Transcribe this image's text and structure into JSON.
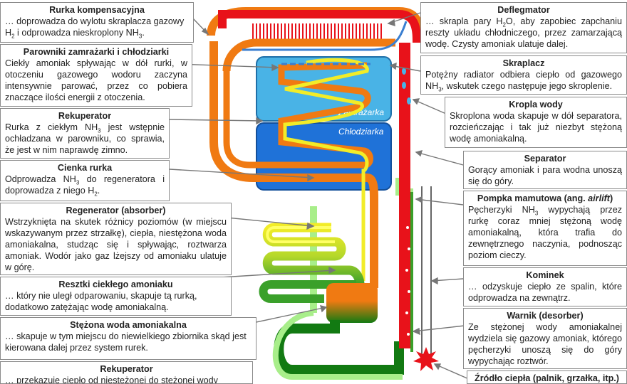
{
  "left": {
    "rurka_komp": {
      "title": "Rurka kompensacyjna",
      "t1": "… doprowadza do wylotu skraplacza gazowy H",
      "sub1": "2",
      "t2": " i odprowadza nieskroplony NH",
      "sub2": "3",
      "t3": "."
    },
    "parowniki": {
      "title": "Parowniki zamrażarki i chłodziarki",
      "text": "Ciekły amoniak spływając w dół rurki, w otoczeniu gazowego wodoru zaczyna intensywnie parować, przez co pobiera znaczące ilości energii z otoczenia."
    },
    "rekuperator1": {
      "title": "Rekuperator",
      "t1": "Rurka z ciekłym NH",
      "sub1": "3",
      "t2": " jest wstępnie ochładzana w parowniku, co sprawia, że jest w nim naprawdę zimno."
    },
    "cienka": {
      "title": "Cienka rurka",
      "t1": "Odprowadza NH",
      "sub1": "3",
      "t2": " do regeneratora i doprowadza z niego H",
      "sub2": "2",
      "t3": "."
    },
    "regenerator": {
      "title": "Regenerator (absorber)",
      "text": "Wstrzyknięta na skutek różnicy poziomów (w miejscu wskazywanym przez strzałkę), ciepła, niestężona woda amoniakalna, studząc się i spływając, roztwarza amoniak. Wodór jako gaz lżejszy od amoniaku ulatuje w górę."
    },
    "resztki": {
      "title": "Resztki ciekłego amoniaku",
      "text": "… który nie uległ odparowaniu, skapuje tą rurką, dodatkowo zatężając wodę amoniakalną."
    },
    "stezona": {
      "title": "Stężona woda amoniakalna",
      "text": "… skapuje w tym miejscu do niewielkiego zbiornika skąd jest kierowana dalej przez system rurek."
    },
    "rekuperator2": {
      "title": "Rekuperator",
      "text": "… przekazuje ciepło od niestężonej do stężonej wody amoniakalnej."
    }
  },
  "right": {
    "deflegmator": {
      "title": "Deflegmator",
      "t1": "… skrapla pary H",
      "sub1": "2",
      "t2": "O, aby zapobiec zapchaniu reszty układu chłodniczego, przez zamarzającą wodę. Czysty amoniak ulatuje dalej."
    },
    "skraplacz": {
      "title": "Skraplacz",
      "t1": "Potężny radiator odbiera ciepło od gazowego NH",
      "sub1": "3",
      "t2": ", wskutek czego następuje jego skroplenie."
    },
    "kropla": {
      "title": "Kropla wody",
      "text": "Skroplona woda skapuje w dół separatora, rozcieńczając i tak już niezbyt stężoną wodę amoniakalną."
    },
    "separator": {
      "title": "Separator",
      "text": "Gorący amoniak i para wodna unoszą się do góry."
    },
    "pompka": {
      "title": "Pompka mamutowa (ang. ",
      "title_it": "airlift",
      "title_end": ")",
      "t1": "Pęcherzyki NH",
      "sub1": "3",
      "t2": " wypychają przez rurkę coraz mniej stężoną wodę amoniakalną, która trafia do zewnętrznego naczynia, podnosząc poziom cieczy."
    },
    "kominek": {
      "title": "Kominek",
      "text": "… odzyskuje ciepło ze spalin, które odprowadza na zewnątrz."
    },
    "warnik": {
      "title": "Warnik (desorber)",
      "text": "Ze stężonej wody amoniakalnej wydziela się gazowy amoniak, którego pęcherzyki unoszą się do góry wypychając roztwór."
    },
    "zrodlo": {
      "title": "Źródło ciepła (palnik, grzałka, itp.)"
    }
  },
  "labels": {
    "zamrazarka": "Zamrażarka",
    "chlodziarka": "Chłodziarka"
  },
  "colors": {
    "hot": "#e8121a",
    "warm": "#f07a12",
    "cool": "#f2ec28",
    "cold_yellow": "#ffff66",
    "green": "#3aa02a",
    "dark_green": "#127a12",
    "light_green": "#a8ee8a",
    "freezer": "#49b3e6",
    "fridge": "#1f72d8",
    "blue_line": "#3b7fd0"
  }
}
